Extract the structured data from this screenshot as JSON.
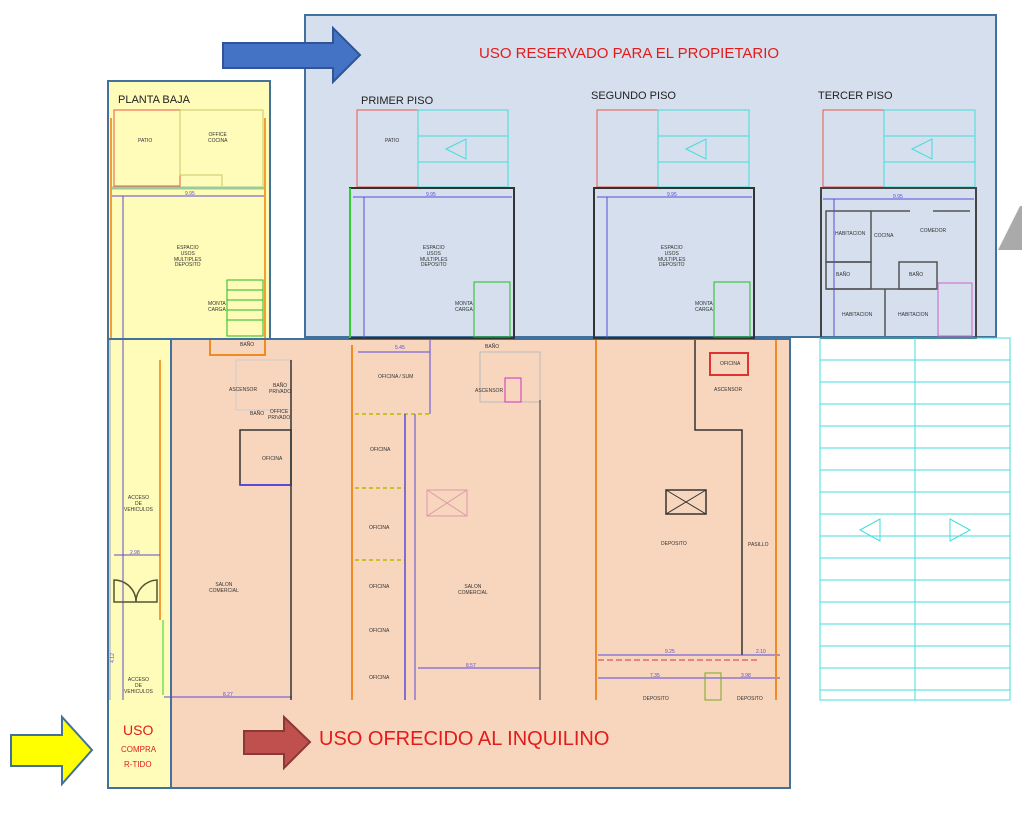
{
  "banners": {
    "owner": "USO RESERVADO PARA EL PROPIETARIO",
    "tenant": "USO OFRECIDO AL INQUILINO",
    "shared_1": "USO",
    "shared_2": "COMPRA",
    "shared_3": "R-TIDO"
  },
  "floors": {
    "ground": "PLANTA BAJA",
    "first": "PRIMER PISO",
    "second": "SEGUNDO PISO",
    "third": "TERCER PISO"
  },
  "rooms": {
    "patio": "PATIO",
    "office_cocina": "OFFICE\nCOCINA",
    "multi": "ESPACIO\nUSOS\nMULTIPLES\nDEPOSITO",
    "monta": "MONTA\nCARGA",
    "habitacion": "HABITACION",
    "cocina": "COCINA",
    "comedor": "COMEDOR",
    "bano": "BAÑO",
    "ascensor": "ASCENSOR",
    "bano_privado": "BAÑO\nPRIVADO",
    "office_privado": "OFFICE\nPRIVADO",
    "oficina": "OFICINA",
    "oficina_sum": "OFICINA / SUM",
    "salon": "SALON\nCOMERCIAL",
    "deposito": "DEPOSITO",
    "pasillo": "PASILLO",
    "acceso": "ACCESO\nDE\nVEHICULOS"
  },
  "dimensions": {
    "w1": "9.95",
    "w2": "2.98",
    "w3": "8.27",
    "w4": "5.45",
    "w5": "8.57",
    "w6": "9.25",
    "w7": "2.10",
    "w8": "7.35",
    "w9": "3.98",
    "w10": "4.12"
  },
  "colors": {
    "owner_fill": "#d5dfed",
    "tenant_fill": "#f8d6bd",
    "shared_fill": "#fffbb8",
    "border": "#41719c",
    "label_red": "#e31b1b"
  }
}
